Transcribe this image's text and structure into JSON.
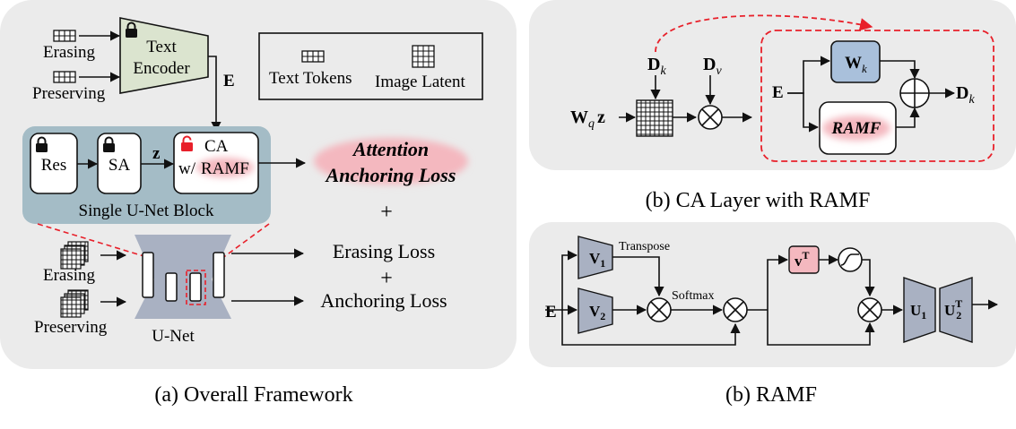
{
  "panel_a": {
    "caption": "(a) Overall Framework",
    "inputs": {
      "erasing": "Erasing",
      "preserving": "Preserving"
    },
    "text_encoder": {
      "line1": "Text",
      "line2": "Encoder"
    },
    "embedding_label": "E",
    "legend": {
      "text_tokens": "Text Tokens",
      "image_latent": "Image Latent"
    },
    "unet_block": {
      "title": "Single U-Net Block",
      "res": "Res",
      "sa": "SA",
      "z_label": "z",
      "ca_line1": "CA",
      "ca_line2_prefix": "w/",
      "ca_line2_ramf": "RAMF"
    },
    "attention_loss": {
      "line1": "Attention",
      "line2": "Anchoring Loss"
    },
    "plus": "+",
    "lower_inputs": {
      "erasing": "Erasing",
      "preserving": "Preserving"
    },
    "unet_label": "U-Net",
    "erasing_loss": "Erasing Loss",
    "anchoring_loss": "Anchoring Loss"
  },
  "panel_b": {
    "caption": "(b) CA Layer with RAMF",
    "dk_top": "D",
    "dk_top_sub": "k",
    "dv_top": "D",
    "dv_top_sub": "v",
    "wq_main": "W",
    "wq_sub": "q",
    "wq_z": "z",
    "e_label": "E",
    "wk_main": "W",
    "wk_sub": "k",
    "ramf": "RAMF",
    "dk_out": "D",
    "dk_out_sub": "k"
  },
  "panel_c": {
    "caption": "(b) RAMF",
    "e_label": "E",
    "v1": "V",
    "v1_sub": "1",
    "v2": "V",
    "v2_sub": "2",
    "transpose": "Transpose",
    "softmax": "Softmax",
    "vt": "v",
    "vt_sup": "T",
    "u1": "U",
    "u1_sub": "1",
    "u2": "U",
    "u2_sub": "2",
    "u2_sup": "T"
  },
  "colors": {
    "panel_bg": "#ebebeb",
    "unet_block_bg": "#a4bcc6",
    "encoder_fill": "#dbe4cf",
    "unet_fill": "#a9b1c2",
    "trap_fill": "#a9b1c2",
    "wk_fill": "#a9c0db",
    "red_accent": "#e8202a",
    "blush": "#f4b8bf"
  }
}
